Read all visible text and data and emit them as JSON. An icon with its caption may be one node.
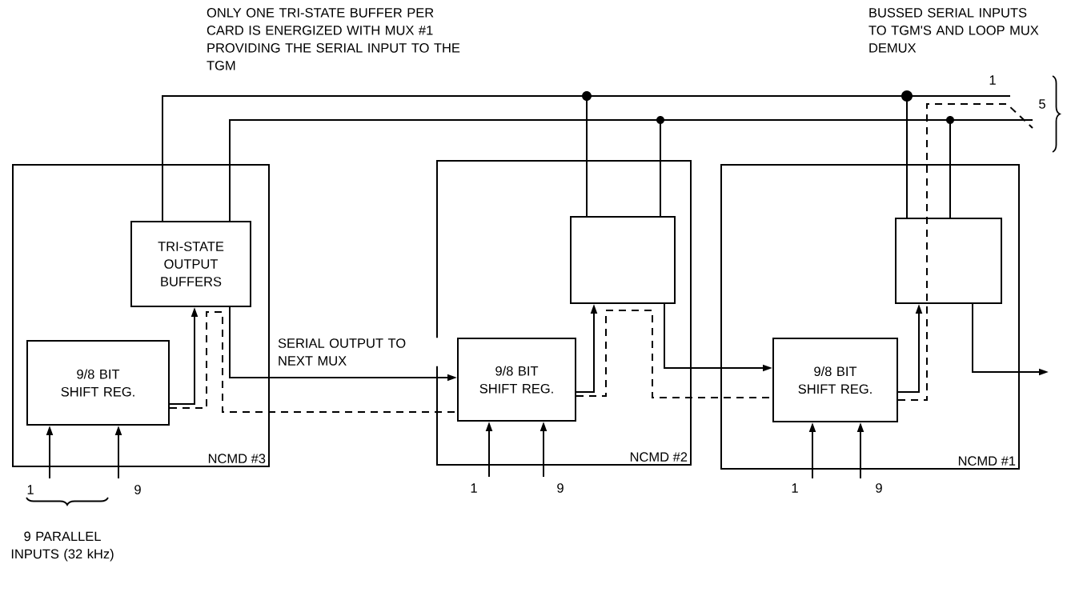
{
  "diagram": {
    "nodes": [
      {
        "text": [
          "NCMD #3"
        ]
      },
      {
        "text": [
          "TRI-STATE OUTPUT BUFFERS"
        ],
        "in": 0
      },
      {
        "text": [
          "9/8 BIT SHIFT REG."
        ],
        "in": 0
      },
      {
        "text": [
          "NCMD #2"
        ]
      },
      {
        "text": [],
        "shape": "box",
        "in": 3
      },
      {
        "text": [
          "9/8 BIT SHIFT REG."
        ],
        "in": 3
      },
      {
        "text": [
          "NCMD #1"
        ]
      },
      {
        "text": [],
        "shape": "box",
        "in": 6
      },
      {
        "text": [
          "9/8 BIT SHIFT REG."
        ],
        "in": 6
      }
    ],
    "edges": [
      {
        "from": 1,
        "to": 4,
        "arrow": "none"
      },
      {
        "from": 4,
        "to": 7,
        "arrow": "none"
      },
      {
        "from": 7,
        "to": null,
        "arrow": "none"
      },
      {
        "from": 1,
        "to": 4,
        "arrow": "none"
      },
      {
        "from": 4,
        "to": 7,
        "arrow": "none"
      },
      {
        "from": 7,
        "to": null,
        "arrow": "none"
      },
      {
        "from": 2,
        "to": 1,
        "arrow": "to"
      },
      {
        "from": 5,
        "to": 4,
        "arrow": "to"
      },
      {
        "from": 8,
        "to": 7,
        "arrow": "to"
      },
      {
        "from": 1,
        "to": 5,
        "arrow": "to",
        "label": "SERIAL OUTPUT TO NEXT MUX"
      },
      {
        "from": 4,
        "to": 8,
        "arrow": "to"
      },
      {
        "from": 7,
        "to": null,
        "arrow": "to"
      },
      {
        "from": 2,
        "to": 5,
        "arrow": "none",
        "style": "dashed"
      },
      {
        "from": 5,
        "to": 8,
        "arrow": "none",
        "style": "dashed"
      },
      {
        "from": 8,
        "to": null,
        "arrow": "none",
        "style": "dashed"
      },
      {
        "from": null,
        "to": 2,
        "arrow": "to"
      },
      {
        "from": null,
        "to": 2,
        "arrow": "to"
      },
      {
        "from": null,
        "to": 5,
        "arrow": "to"
      },
      {
        "from": null,
        "to": 5,
        "arrow": "to"
      },
      {
        "from": null,
        "to": 8,
        "arrow": "to"
      },
      {
        "from": null,
        "to": 8,
        "arrow": "to"
      }
    ],
    "labels": [
      "ONLY ONE TRI-STATE BUFFER PER CARD IS ENERGIZED WITH MUX #1 PROVIDING THE SERIAL INPUT TO THE TGM",
      "BUSSED SERIAL INPUTS TO TGM'S AND LOOP MUX DEMUX",
      "1",
      "5",
      "1",
      "9",
      "1",
      "9",
      "1",
      "9",
      "9 PARALLEL INPUTS (32 kHz)"
    ]
  }
}
